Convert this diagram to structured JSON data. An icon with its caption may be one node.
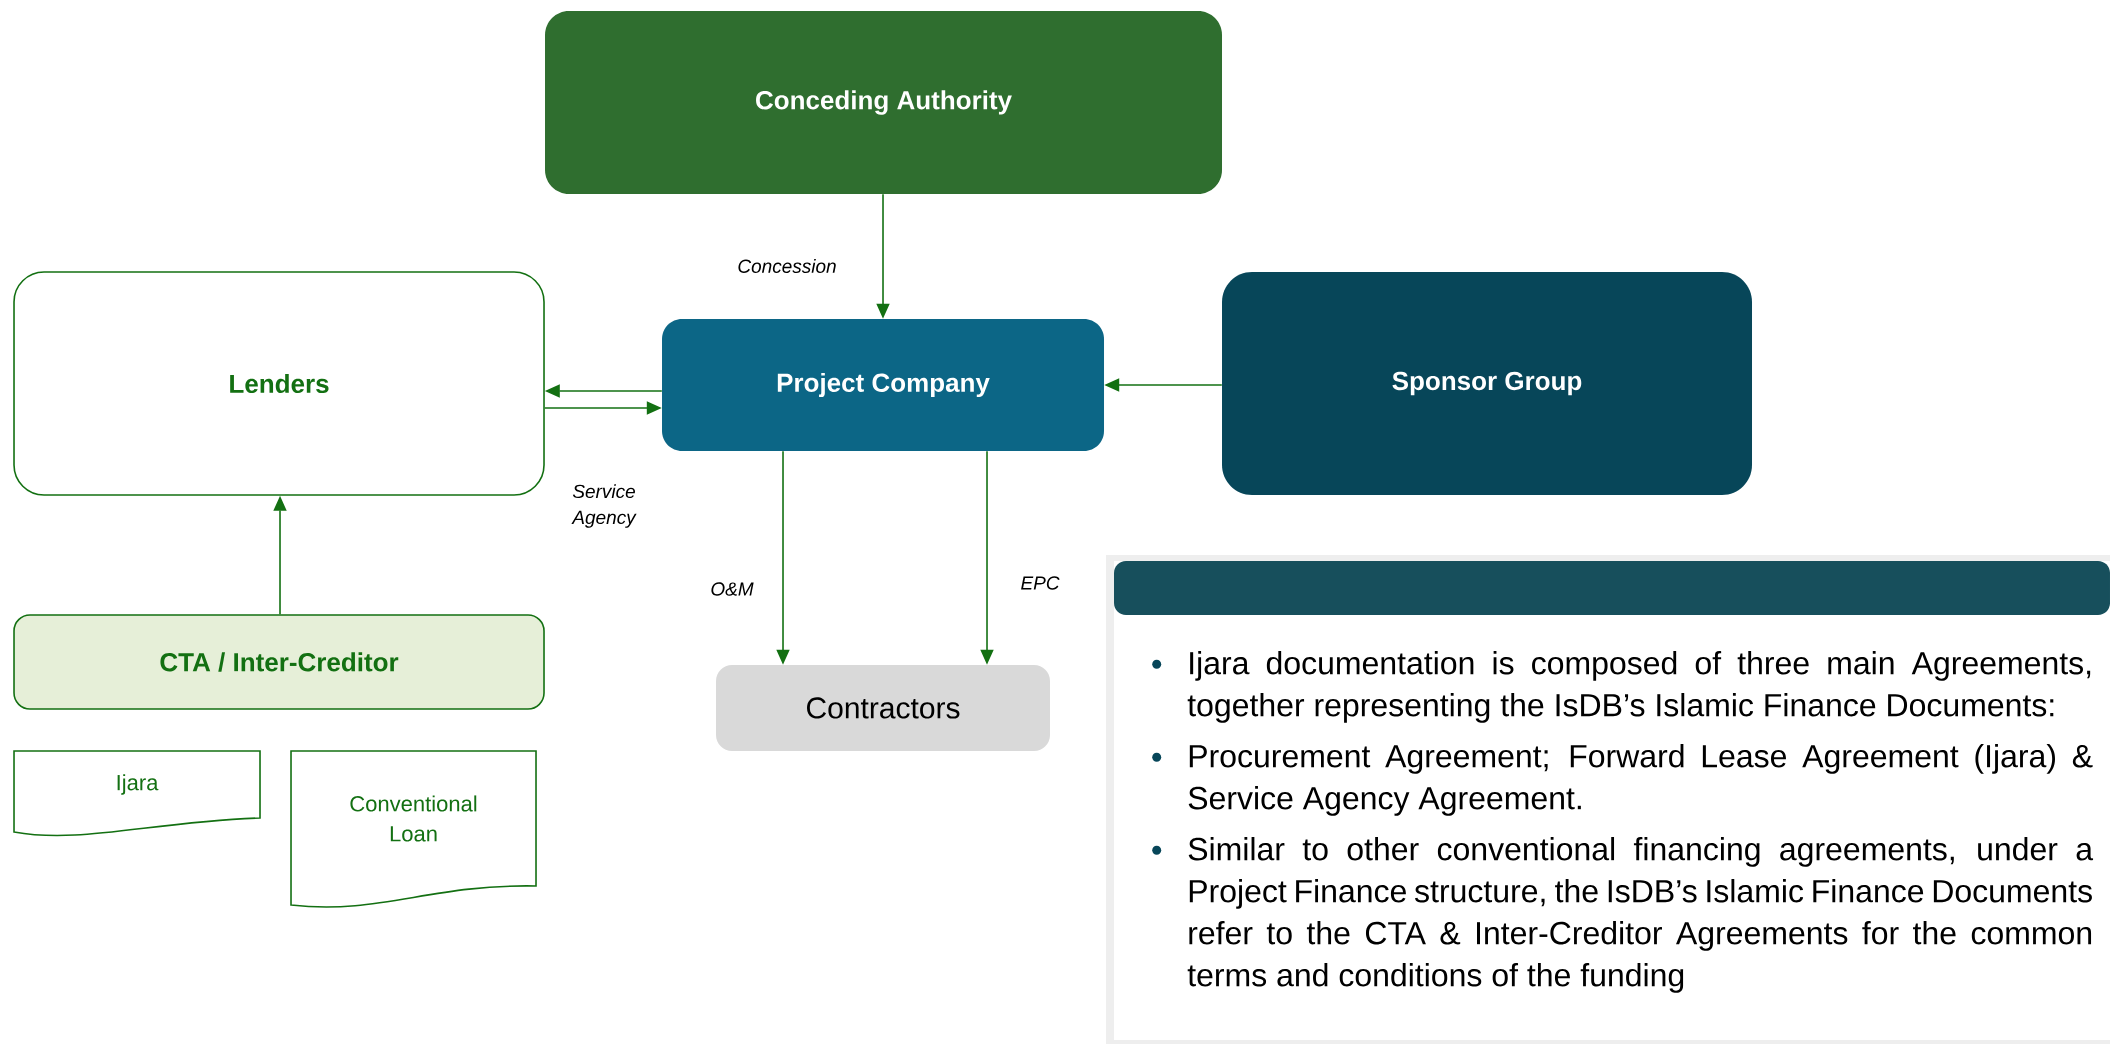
{
  "diagram": {
    "nodes": [
      {
        "text": [
          "Conceding Authority"
        ]
      },
      {
        "text": [
          "Lenders"
        ]
      },
      {
        "text": [
          "Project Company"
        ]
      },
      {
        "text": [
          "Sponsor Group"
        ]
      },
      {
        "text": [
          "CTA / Inter-Creditor"
        ]
      },
      {
        "text": [
          "Contractors"
        ]
      },
      {
        "text": [
          "Ijara"
        ]
      },
      {
        "text": [
          "Conventional Loan"
        ]
      },
      {
        "text": [
          "Ijara documentation is composed of three main Agreements, together representing the IsDB’s Islamic Finance Documents:",
          "Procurement Agreement; Forward Lease Agreement (Ijara) & Service Agency Agreement.",
          "Similar to other conventional financing agreements, under a Project Finance structure, the IsDB’s Islamic Finance Documents refer to the CTA & Inter-Creditor Agreements for the common terms and conditions of the funding"
        ]
      }
    ],
    "edges": [
      {
        "from": 0,
        "to": 2,
        "arrow": "to",
        "label": "Concession"
      },
      {
        "from": 2,
        "to": 1,
        "arrow": "to"
      },
      {
        "from": 1,
        "to": 2,
        "arrow": "to",
        "label": "Service Agency"
      },
      {
        "from": 3,
        "to": 2,
        "arrow": "to"
      },
      {
        "from": 2,
        "to": 5,
        "arrow": "to",
        "label": "O&M"
      },
      {
        "from": 2,
        "to": 5,
        "arrow": "to",
        "label": "EPC"
      },
      {
        "from": 4,
        "to": 1,
        "arrow": "to"
      }
    ]
  }
}
